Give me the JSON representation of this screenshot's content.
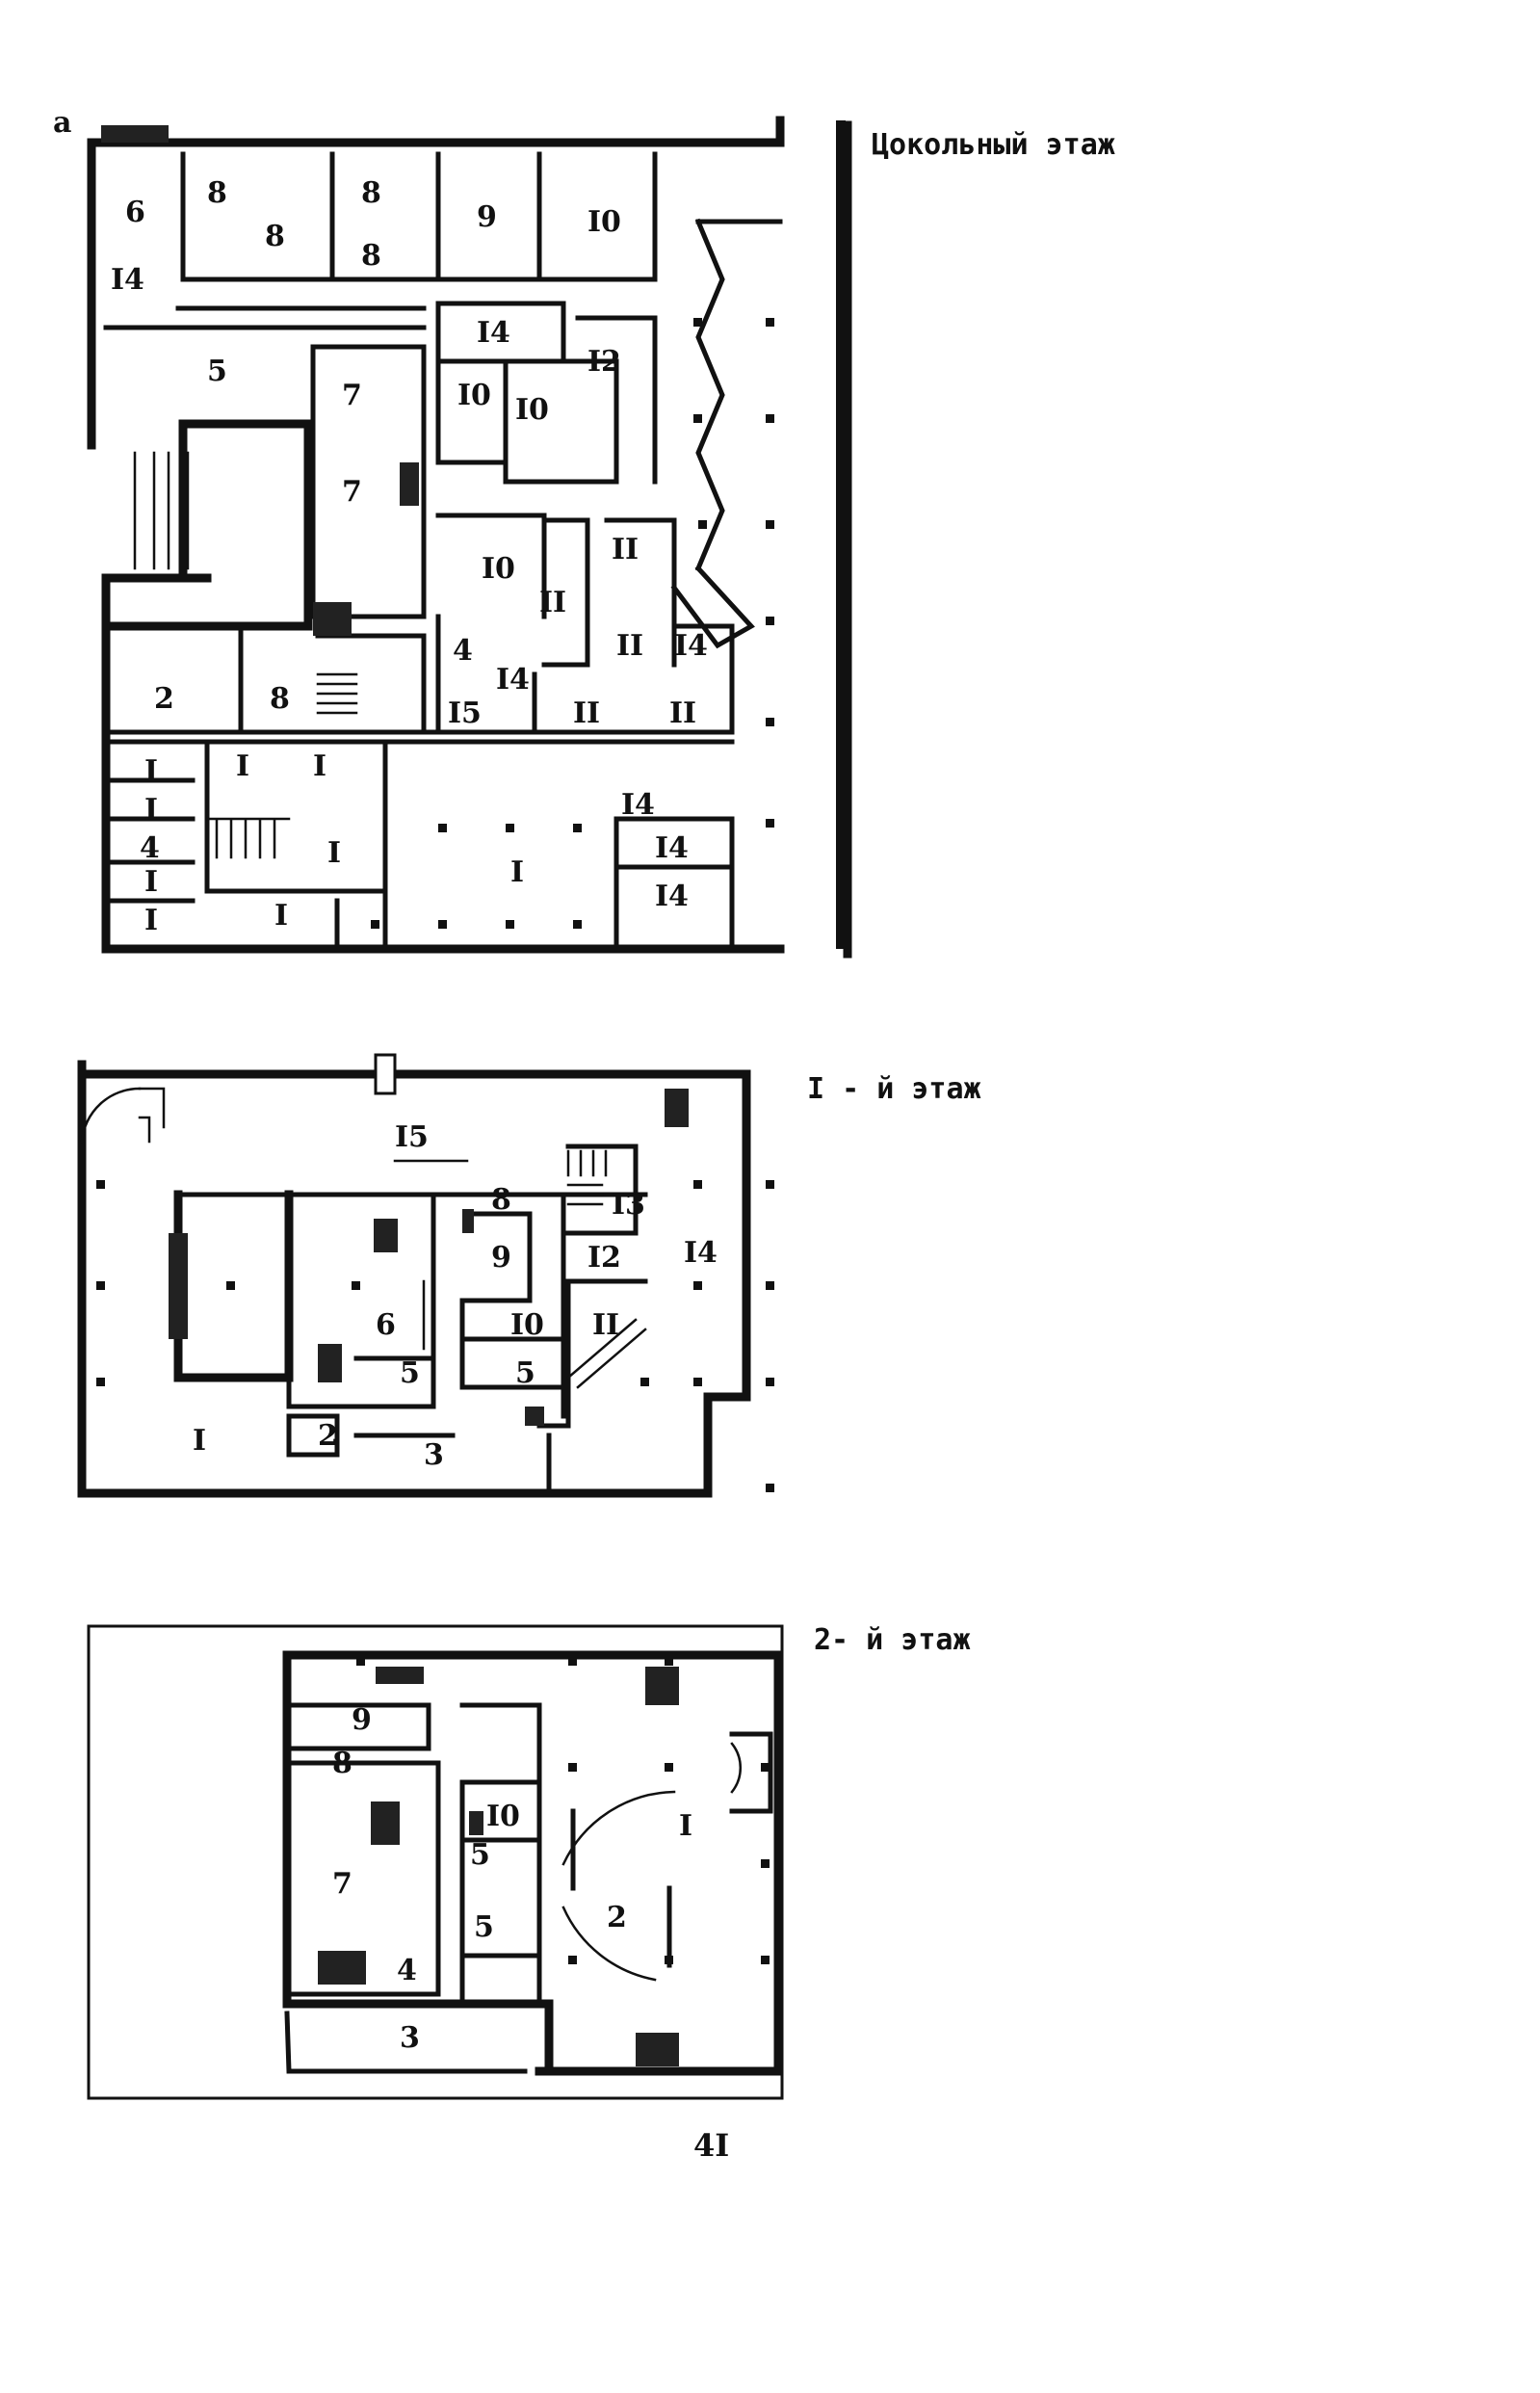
{
  "floor_captions": {
    "basement": "Цокольный этаж",
    "first": "I - й этаж",
    "second": "2- й этаж"
  },
  "marker_a": "а",
  "page_number": "4I",
  "basement_rooms": [
    "6",
    "8",
    "8",
    "8",
    "8",
    "9",
    "I0",
    "I4",
    "5",
    "I4",
    "I2",
    "7",
    "I0",
    "I0",
    "7",
    "I0",
    "II",
    "II",
    "II",
    "I4",
    "4",
    "I4",
    "I5",
    "II",
    "II",
    "2",
    "8",
    "I",
    "I",
    "4",
    "I",
    "I",
    "I",
    "I",
    "I",
    "I",
    "I",
    "I4",
    "I4",
    "I4"
  ],
  "first_floor_rooms": [
    "I5",
    "8",
    "I3",
    "9",
    "I2",
    "I4",
    "6",
    "I0",
    "II",
    "5",
    "5",
    "I",
    "2",
    "3"
  ],
  "second_floor_rooms": [
    "9",
    "8",
    "I0",
    "I",
    "7",
    "5",
    "2",
    "5",
    "4",
    "3"
  ]
}
